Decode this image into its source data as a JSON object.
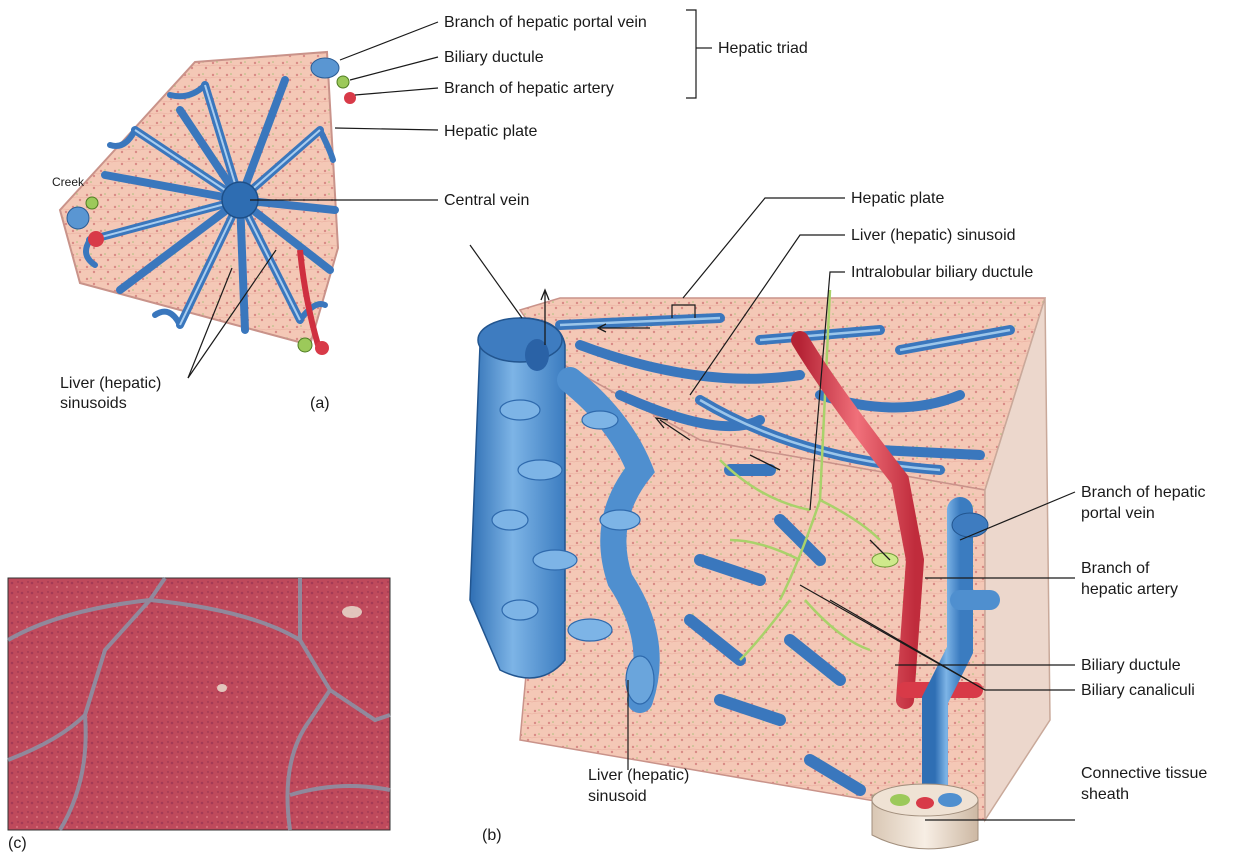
{
  "panel_a": {
    "panel_label": "(a)",
    "labels": {
      "portal_vein": "Branch of hepatic portal vein",
      "biliary_ductule": "Biliary ductule",
      "hepatic_artery": "Branch of hepatic artery",
      "hepatic_triad": "Hepatic triad",
      "hepatic_plate": "Hepatic plate",
      "central_vein": "Central vein",
      "creek": "Creek",
      "sinusoids_line1": "Liver (hepatic)",
      "sinusoids_line2": "sinusoids"
    }
  },
  "panel_b": {
    "panel_label": "(b)",
    "labels": {
      "hepatic_plate": "Hepatic plate",
      "liver_sinusoid": "Liver (hepatic) sinusoid",
      "intralobular_ductule": "Intralobular biliary ductule",
      "portal_vein_line1": "Branch of hepatic",
      "portal_vein_line2": "portal vein",
      "artery_line1": "Branch of",
      "artery_line2": "hepatic artery",
      "biliary_ductule": "Biliary ductule",
      "biliary_canaliculi": "Biliary canaliculi",
      "sheath_line1": "Connective tissue",
      "sheath_line2": "sheath",
      "bottom_sinusoid_line1": "Liver (hepatic)",
      "bottom_sinusoid_line2": "sinusoid"
    }
  },
  "panel_c": {
    "panel_label": "(c)"
  },
  "colors": {
    "vessel_blue": "#4f8fcf",
    "vessel_blue_light": "#9cc6ea",
    "artery_red": "#d83a48",
    "bile_green": "#9cc95a",
    "tissue_pink": "#f2c4b0",
    "micrograph_red": "#c0505f"
  }
}
